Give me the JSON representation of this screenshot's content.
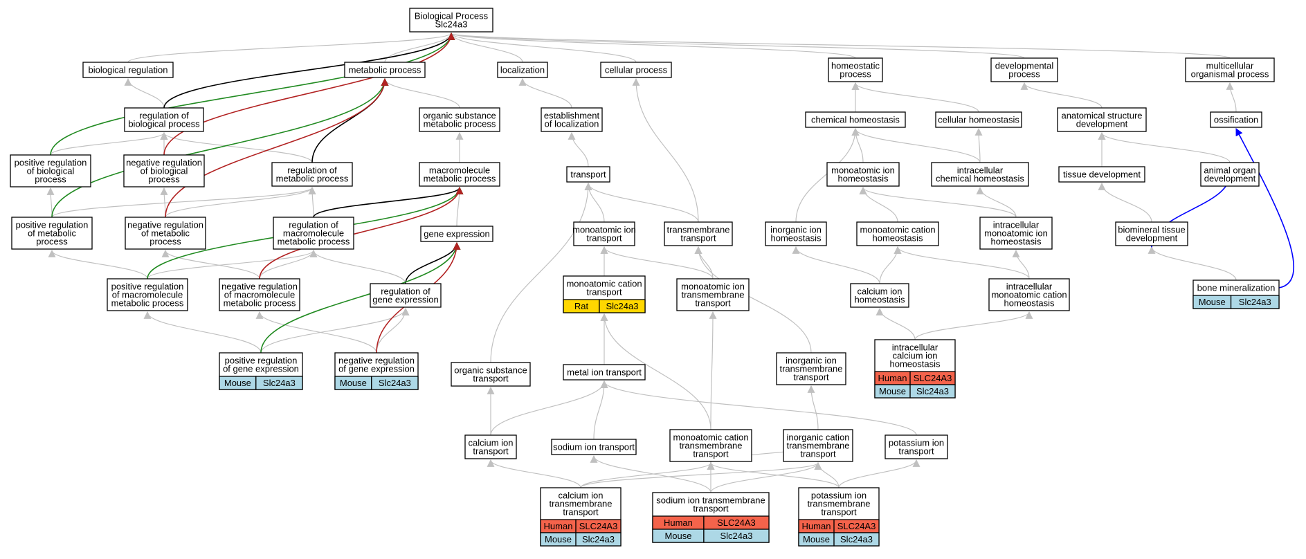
{
  "colors": {
    "edge_default": "#c0c0c0",
    "edge_black": "#000000",
    "edge_green": "#228b22",
    "edge_red": "#b22222",
    "edge_blue": "#0000ff",
    "species_human": "#f4634b",
    "species_mouse": "#add8e6",
    "species_rat": "#ffd700"
  },
  "nodes": [
    {
      "id": "bp",
      "label": [
        "Biological Process",
        "Slc24a3"
      ]
    },
    {
      "id": "bioreg",
      "label": [
        "biological regulation"
      ]
    },
    {
      "id": "metab",
      "label": [
        "metabolic process"
      ]
    },
    {
      "id": "local",
      "label": [
        "localization"
      ]
    },
    {
      "id": "cellp",
      "label": [
        "cellular process"
      ]
    },
    {
      "id": "homeo",
      "label": [
        "homeostatic",
        "process"
      ]
    },
    {
      "id": "devp",
      "label": [
        "developmental",
        "process"
      ]
    },
    {
      "id": "multi",
      "label": [
        "multicellular",
        "organismal process"
      ]
    },
    {
      "id": "regbio",
      "label": [
        "regulation of",
        "biological process"
      ]
    },
    {
      "id": "orgsub",
      "label": [
        "organic substance",
        "metabolic process"
      ]
    },
    {
      "id": "estab",
      "label": [
        "establishment",
        "of localization"
      ]
    },
    {
      "id": "chemh",
      "label": [
        "chemical homeostasis"
      ]
    },
    {
      "id": "cellh",
      "label": [
        "cellular homeostasis"
      ]
    },
    {
      "id": "anat",
      "label": [
        "anatomical structure",
        "development"
      ]
    },
    {
      "id": "ossif",
      "label": [
        "ossification"
      ]
    },
    {
      "id": "posbio",
      "label": [
        "positive regulation",
        "of biological",
        "process"
      ]
    },
    {
      "id": "negbio",
      "label": [
        "negative regulation",
        "of biological",
        "process"
      ]
    },
    {
      "id": "regmet",
      "label": [
        "regulation of",
        "metabolic process"
      ]
    },
    {
      "id": "macro",
      "label": [
        "macromolecule",
        "metabolic process"
      ]
    },
    {
      "id": "transport",
      "label": [
        "transport"
      ]
    },
    {
      "id": "monoh",
      "label": [
        "monoatomic ion",
        "homeostasis"
      ]
    },
    {
      "id": "intrachem",
      "label": [
        "intracellular",
        "chemical homeostasis"
      ]
    },
    {
      "id": "tissue",
      "label": [
        "tissue development"
      ]
    },
    {
      "id": "organ",
      "label": [
        "animal organ",
        "development"
      ]
    },
    {
      "id": "posmet",
      "label": [
        "positive regulation",
        "of metabolic",
        "process"
      ]
    },
    {
      "id": "negmet",
      "label": [
        "negative regulation",
        "of metabolic",
        "process"
      ]
    },
    {
      "id": "regmacro",
      "label": [
        "regulation of",
        "macromolecule",
        "metabolic process"
      ]
    },
    {
      "id": "geneexp",
      "label": [
        "gene expression"
      ]
    },
    {
      "id": "monot",
      "label": [
        "monoatomic ion",
        "transport"
      ]
    },
    {
      "id": "tmt",
      "label": [
        "transmembrane",
        "transport"
      ]
    },
    {
      "id": "inorgh",
      "label": [
        "inorganic ion",
        "homeostasis"
      ]
    },
    {
      "id": "moncath",
      "label": [
        "monoatomic cation",
        "homeostasis"
      ]
    },
    {
      "id": "intramon",
      "label": [
        "intracellular",
        "monoatomic ion",
        "homeostasis"
      ]
    },
    {
      "id": "biomin",
      "label": [
        "biomineral tissue",
        "development"
      ]
    },
    {
      "id": "posmacro",
      "label": [
        "positive regulation",
        "of macromolecule",
        "metabolic process"
      ]
    },
    {
      "id": "negmacro",
      "label": [
        "negative regulation",
        "of macromolecule",
        "metabolic process"
      ]
    },
    {
      "id": "reggene",
      "label": [
        "regulation of",
        "gene expression"
      ]
    },
    {
      "id": "moncatt",
      "label": [
        "monoatomic cation",
        "transport"
      ],
      "species": [
        [
          "Rat",
          "Slc24a3"
        ]
      ]
    },
    {
      "id": "monotmt",
      "label": [
        "monoatomic ion",
        "transmembrane",
        "transport"
      ]
    },
    {
      "id": "calh",
      "label": [
        "calcium ion",
        "homeostasis"
      ]
    },
    {
      "id": "intracat",
      "label": [
        "intracellular",
        "monoatomic cation",
        "homeostasis"
      ]
    },
    {
      "id": "bonemin",
      "label": [
        "bone mineralization"
      ],
      "species": [
        [
          "Mouse",
          "Slc24a3"
        ]
      ]
    },
    {
      "id": "posgene",
      "label": [
        "positive regulation",
        "of gene expression"
      ],
      "species": [
        [
          "Mouse",
          "Slc24a3"
        ]
      ]
    },
    {
      "id": "neggene",
      "label": [
        "negative regulation",
        "of gene expression"
      ],
      "species": [
        [
          "Mouse",
          "Slc24a3"
        ]
      ]
    },
    {
      "id": "orgt",
      "label": [
        "organic substance",
        "transport"
      ]
    },
    {
      "id": "metalt",
      "label": [
        "metal ion transport"
      ]
    },
    {
      "id": "inorgtmt",
      "label": [
        "inorganic ion",
        "transmembrane",
        "transport"
      ]
    },
    {
      "id": "intracal",
      "label": [
        "intracellular",
        "calcium ion",
        "homeostasis"
      ],
      "species": [
        [
          "Human",
          "SLC24A3"
        ],
        [
          "Mouse",
          "Slc24a3"
        ]
      ]
    },
    {
      "id": "calt",
      "label": [
        "calcium ion",
        "transport"
      ]
    },
    {
      "id": "sodt",
      "label": [
        "sodium ion transport"
      ]
    },
    {
      "id": "moncattmt",
      "label": [
        "monoatomic cation",
        "transmembrane",
        "transport"
      ]
    },
    {
      "id": "inorgcat",
      "label": [
        "inorganic cation",
        "transmembrane",
        "transport"
      ]
    },
    {
      "id": "pott",
      "label": [
        "potassium ion",
        "transport"
      ]
    },
    {
      "id": "caltmt",
      "label": [
        "calcium ion",
        "transmembrane",
        "transport"
      ],
      "species": [
        [
          "Human",
          "SLC24A3"
        ],
        [
          "Mouse",
          "Slc24a3"
        ]
      ]
    },
    {
      "id": "sodtmt",
      "label": [
        "sodium ion transmembrane",
        "transport"
      ],
      "species": [
        [
          "Human",
          "SLC24A3"
        ],
        [
          "Mouse",
          "Slc24a3"
        ]
      ]
    },
    {
      "id": "pottmt",
      "label": [
        "potassium ion",
        "transmembrane",
        "transport"
      ],
      "species": [
        [
          "Human",
          "SLC24A3"
        ],
        [
          "Mouse",
          "Slc24a3"
        ]
      ]
    }
  ]
}
